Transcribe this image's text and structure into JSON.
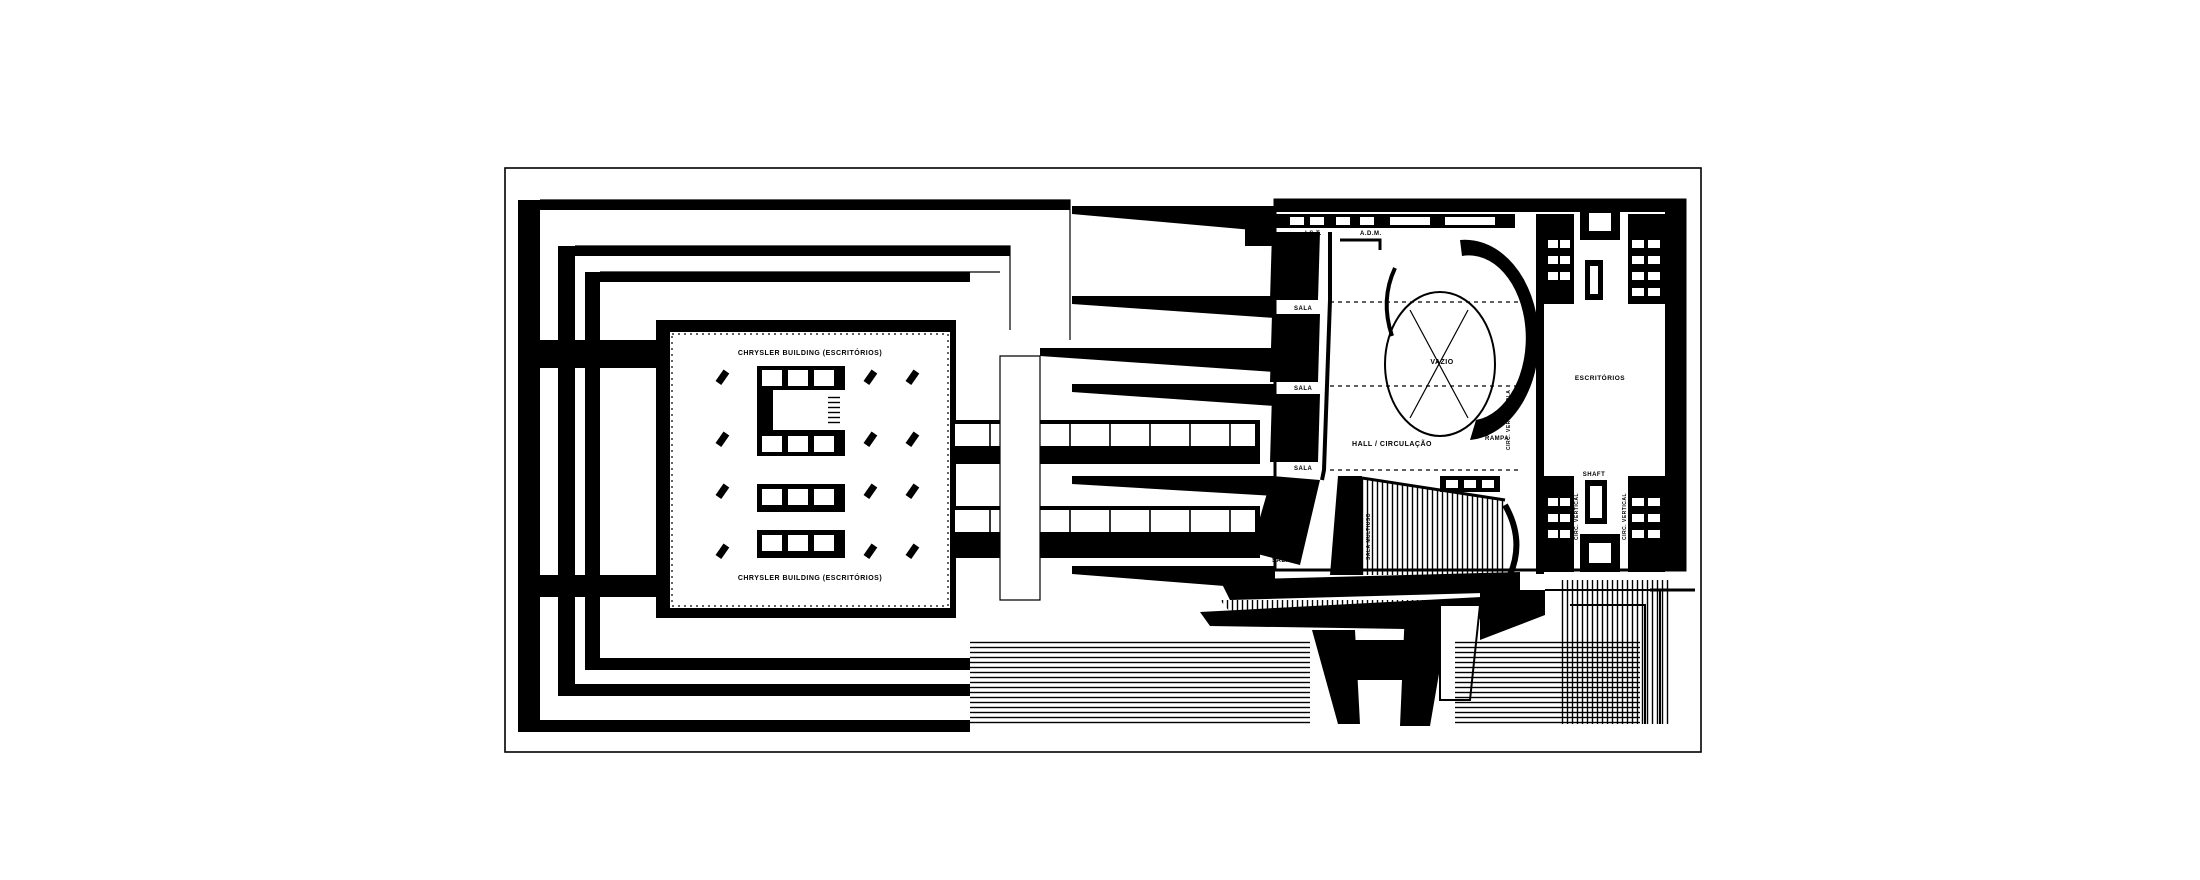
{
  "drawing": {
    "chrysler_label_top": "CHRYSLER BUILDING (ESCRITÓRIOS)",
    "chrysler_label_bottom": "CHRYSLER BUILDING (ESCRITÓRIOS)",
    "vazio": "VAZIO",
    "hall": "HALL / CIRCULAÇÃO",
    "escritorios": "ESCRITÓRIOS",
    "shaft": "SHAFT",
    "rampa": "RAMPA",
    "circ_vert_escola": "CIRC. VERT. ESCOLA",
    "circ_vertical_1": "CIRC. VERTICAL",
    "circ_vertical_2": "CIRC. VERTICAL",
    "sala": "SALA",
    "sala_multiuso": "SALA MULTIUSO",
    "ist": "I.S.T.",
    "adm": "A.D.M."
  },
  "colors": {
    "ink": "#000000",
    "paper": "#ffffff"
  }
}
